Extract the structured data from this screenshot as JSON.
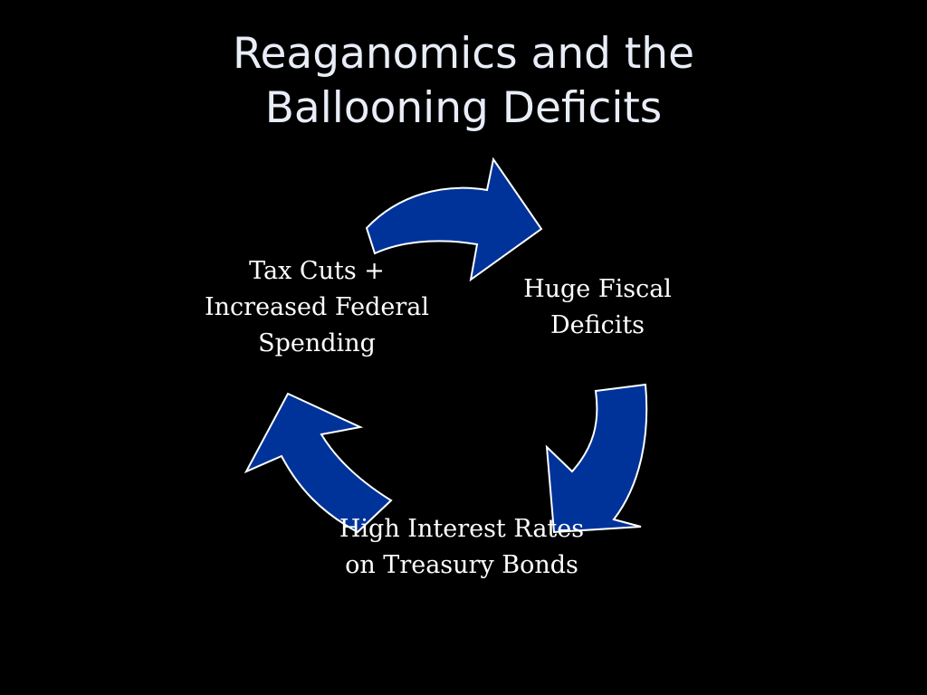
{
  "slide": {
    "title_lines": [
      "Reaganomics and the",
      "Ballooning Deficits"
    ],
    "background_color": "#000000",
    "title_color": "#e8edf7",
    "text_color": "#ffffff"
  },
  "cycle": {
    "arrow_fill": "#00339a",
    "arrow_stroke": "#ffffff",
    "nodes": [
      {
        "lines": [
          "Tax Cuts +",
          "Increased Federal",
          "Spending"
        ]
      },
      {
        "lines": [
          "Huge Fiscal",
          "Deficits"
        ]
      },
      {
        "lines": [
          "High Interest Rates",
          "on Treasury Bonds"
        ]
      }
    ]
  }
}
